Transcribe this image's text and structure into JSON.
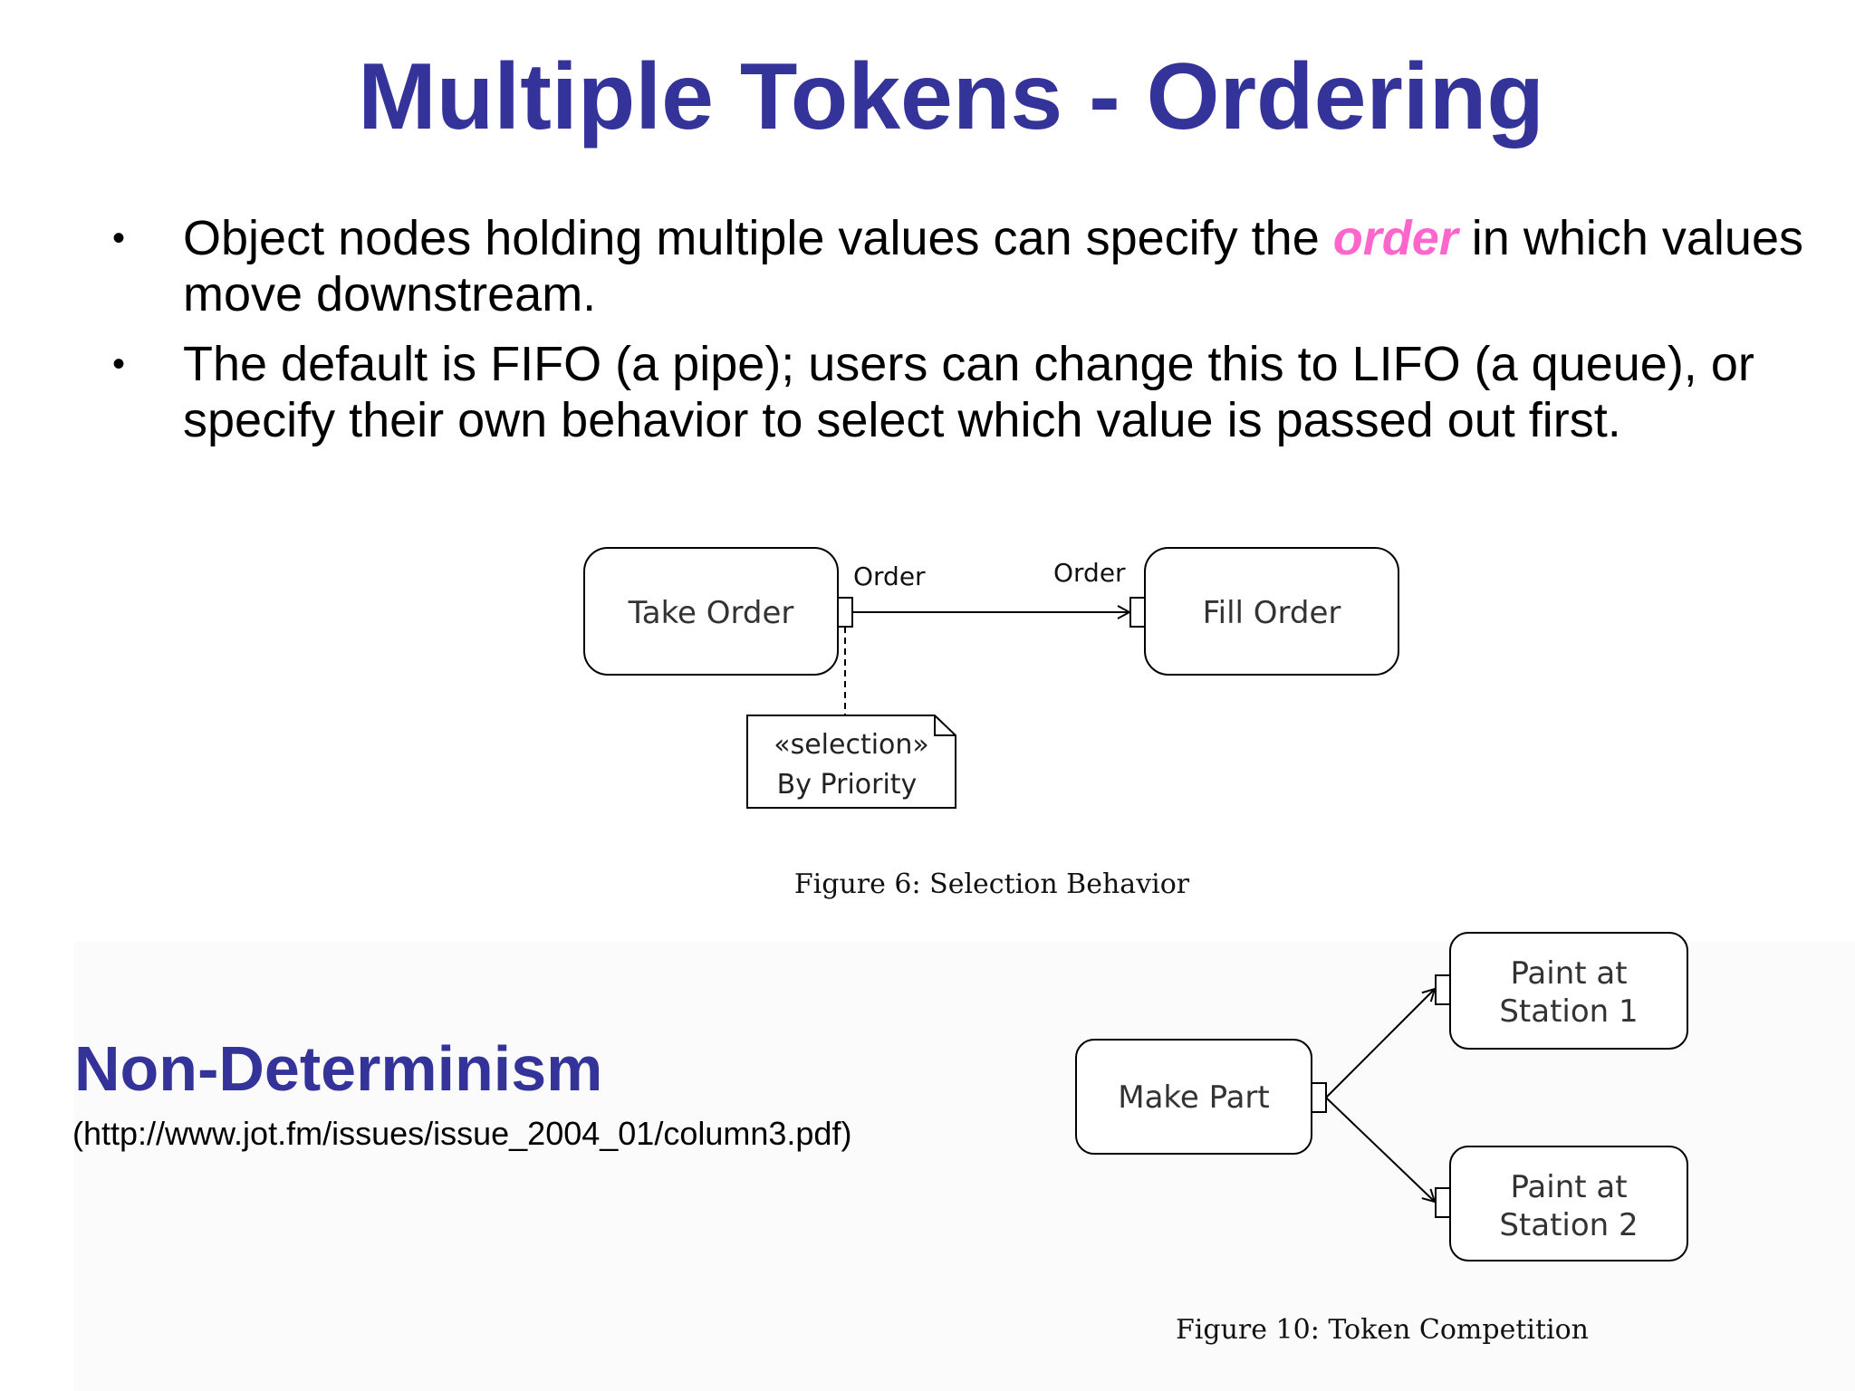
{
  "title": "Multiple Tokens - Ordering",
  "bullets": [
    {
      "before": "Object nodes holding multiple values can specify the ",
      "emphasis": "order",
      "after": " in which values move downstream."
    },
    {
      "text": "The default is FIFO (a pipe); users can change this to LIFO (a queue), or specify their own behavior to select which value is passed out first."
    }
  ],
  "bullet_glyph": "•",
  "colors": {
    "title": "#333399",
    "emphasis": "#ff66cc"
  },
  "figure6": {
    "take_order": "Take Order",
    "fill_order": "Fill Order",
    "out_pin": "Order",
    "in_pin": "Order",
    "note_stereotype": "«selection»",
    "note_text": "By Priority",
    "caption": "Figure 6: Selection Behavior"
  },
  "section": {
    "heading": "Non-Determinism",
    "url": "(http://www.jot.fm/issues/issue_2004_01/column3.pdf)"
  },
  "figure10": {
    "make_part": "Make Part",
    "paint1_line1": "Paint at",
    "paint1_line2": "Station 1",
    "paint2_line1": "Paint at",
    "paint2_line2": "Station 2",
    "caption": "Figure 10: Token Competition"
  }
}
